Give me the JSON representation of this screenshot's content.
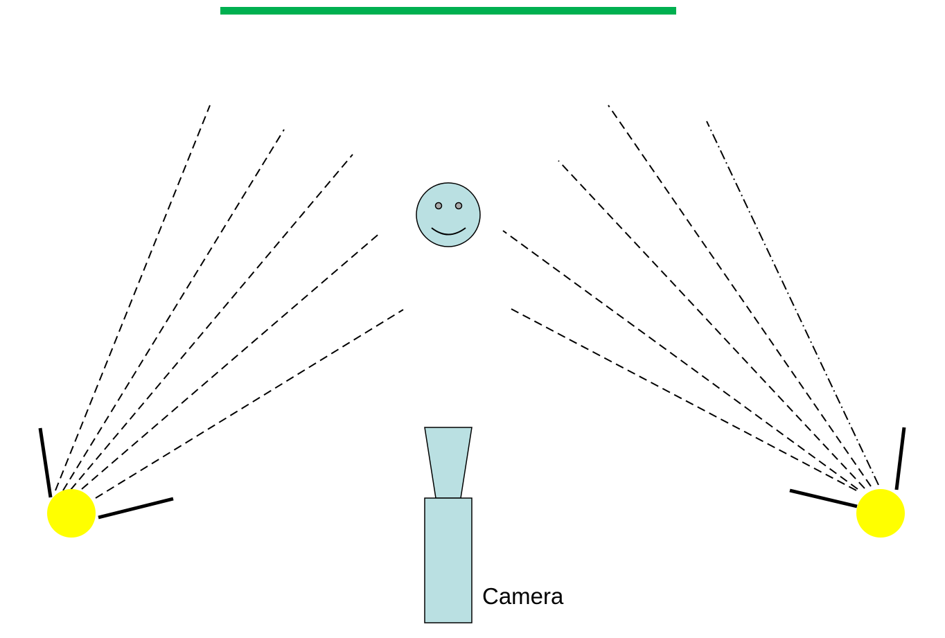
{
  "labels": {
    "camera": "Camera"
  },
  "colors": {
    "backdrop": "#00B050",
    "light": "#FFFF00",
    "camera": "#BAE0E2",
    "face": "#BAE0E2",
    "line": "#000000"
  },
  "icons": [
    "backdrop-bar",
    "subject-face",
    "light-left",
    "light-right",
    "camera-icon"
  ]
}
